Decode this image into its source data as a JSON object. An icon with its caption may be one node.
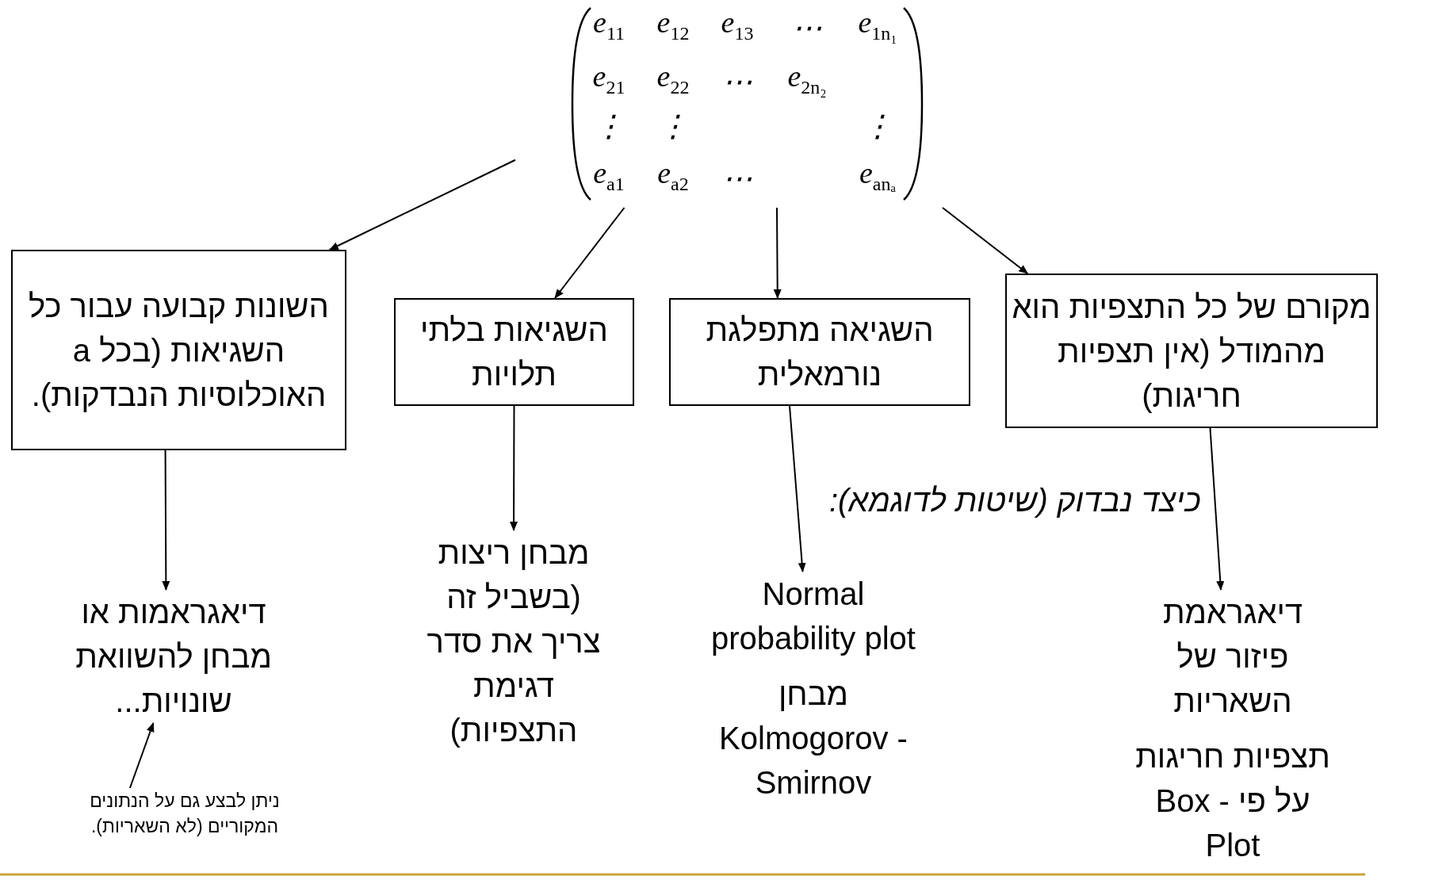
{
  "diagram": {
    "nodes": [
      {
        "text": [
          "e$_{11}$",
          "e$_{12}$",
          "e$_{13}$",
          "⋯",
          "e$_{1n₁}$",
          "e$_{21}$",
          "e$_{22}$",
          "⋯",
          "e$_{2n₂}$",
          "⋮",
          "⋮",
          "⋮",
          "e$_{a1}$",
          "e$_{a2}$",
          "⋯",
          "e$_{anₐ}$"
        ]
      },
      {
        "text": [
          "השונות קבועה עבור כל השגיאות (בכל a האוכלוסיות הנבדקות)."
        ]
      },
      {
        "text": [
          "השגיאות בלתי תלויות"
        ]
      },
      {
        "text": [
          "השגיאה מתפלגת נורמאלית"
        ]
      },
      {
        "text": [
          "מקורם של כל התצפיות הוא מהמודל (אין תצפיות חריגות)"
        ]
      },
      {
        "text": [
          "דיאגראמות או מבחן להשוואת שונויות..."
        ]
      },
      {
        "text": [
          "מבחן ריצות (בשביל זה צריך את סדר דגימת התצפיות)"
        ]
      },
      {
        "text": [
          "Normal probability plot",
          "מבחן Kolmogorov -Smirnov"
        ]
      },
      {
        "text": [
          "דיאגראמת פיזור של השאריות",
          "תצפיות חריגות על פי Box -Plot"
        ]
      },
      {
        "text": [
          "ניתן לבצע גם על הנתונים המקוריים (לא השאריות)."
        ]
      }
    ],
    "edges": [
      {
        "from": 0,
        "to": 1,
        "arrow": "to"
      },
      {
        "from": 0,
        "to": 2,
        "arrow": "to"
      },
      {
        "from": 0,
        "to": 3,
        "arrow": "to"
      },
      {
        "from": 0,
        "to": 4,
        "arrow": "to"
      },
      {
        "from": 1,
        "to": 5,
        "arrow": "to"
      },
      {
        "from": 2,
        "to": 6,
        "arrow": "to"
      },
      {
        "from": 3,
        "to": 7,
        "arrow": "to"
      },
      {
        "from": 4,
        "to": 8,
        "arrow": "to"
      },
      {
        "from": 9,
        "to": 5,
        "arrow": "to"
      }
    ],
    "labels": [
      "כיצד נבדוק (שיטות לדוגמא):"
    ]
  }
}
